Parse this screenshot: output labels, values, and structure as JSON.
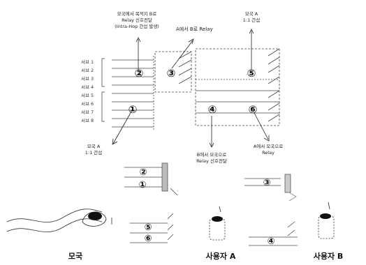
{
  "figure": {
    "left_labels": [
      "서브 1",
      "서브 2",
      "서브 3",
      "서브 4",
      "서브 5",
      "서브 6",
      "서브 7",
      "서브 8"
    ],
    "annotations": {
      "top_left": [
        "모국에서 목적지 B로",
        "Relay 신호전달",
        "(Intra-Hop 간섭 발생)"
      ],
      "top_mid": "A에서 B로 Relay",
      "top_right": [
        "모국 A",
        "1:1 간섭"
      ],
      "bottom_left": [
        "모국 A",
        "1:1 간섭"
      ],
      "bottom_mid": [
        "B에서 모국으로",
        "Relay 신호전달"
      ],
      "bottom_right": [
        "A에서 모국으로",
        "Relay"
      ]
    },
    "numbers": [
      "②",
      "③",
      "⑤",
      "①",
      "④",
      "⑥"
    ],
    "bottom_captions": {
      "base": "모국",
      "user_a": "사용자 A",
      "user_b": "사용자 B"
    }
  }
}
